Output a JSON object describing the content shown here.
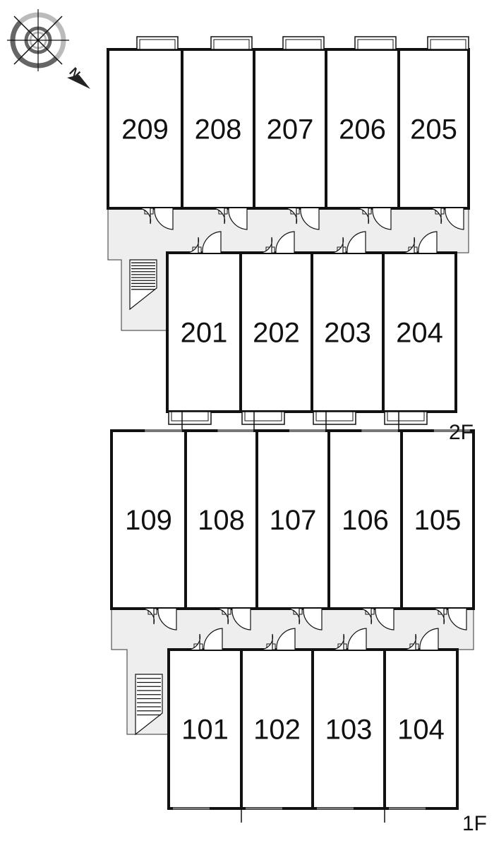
{
  "floors": [
    {
      "label": "2F",
      "rear_row": [
        "209",
        "208",
        "207",
        "206",
        "205"
      ],
      "front_row": [
        "201",
        "202",
        "203",
        "204"
      ]
    },
    {
      "label": "1F",
      "rear_row": [
        "109",
        "108",
        "107",
        "106",
        "105"
      ],
      "front_row": [
        "101",
        "102",
        "103",
        "104"
      ]
    }
  ],
  "compass": {
    "north_label": "N"
  },
  "colors": {
    "wall": "#111111",
    "corridor": "#eeeeee",
    "compass_dark": "#666666",
    "compass_light": "#bbbbbb"
  }
}
